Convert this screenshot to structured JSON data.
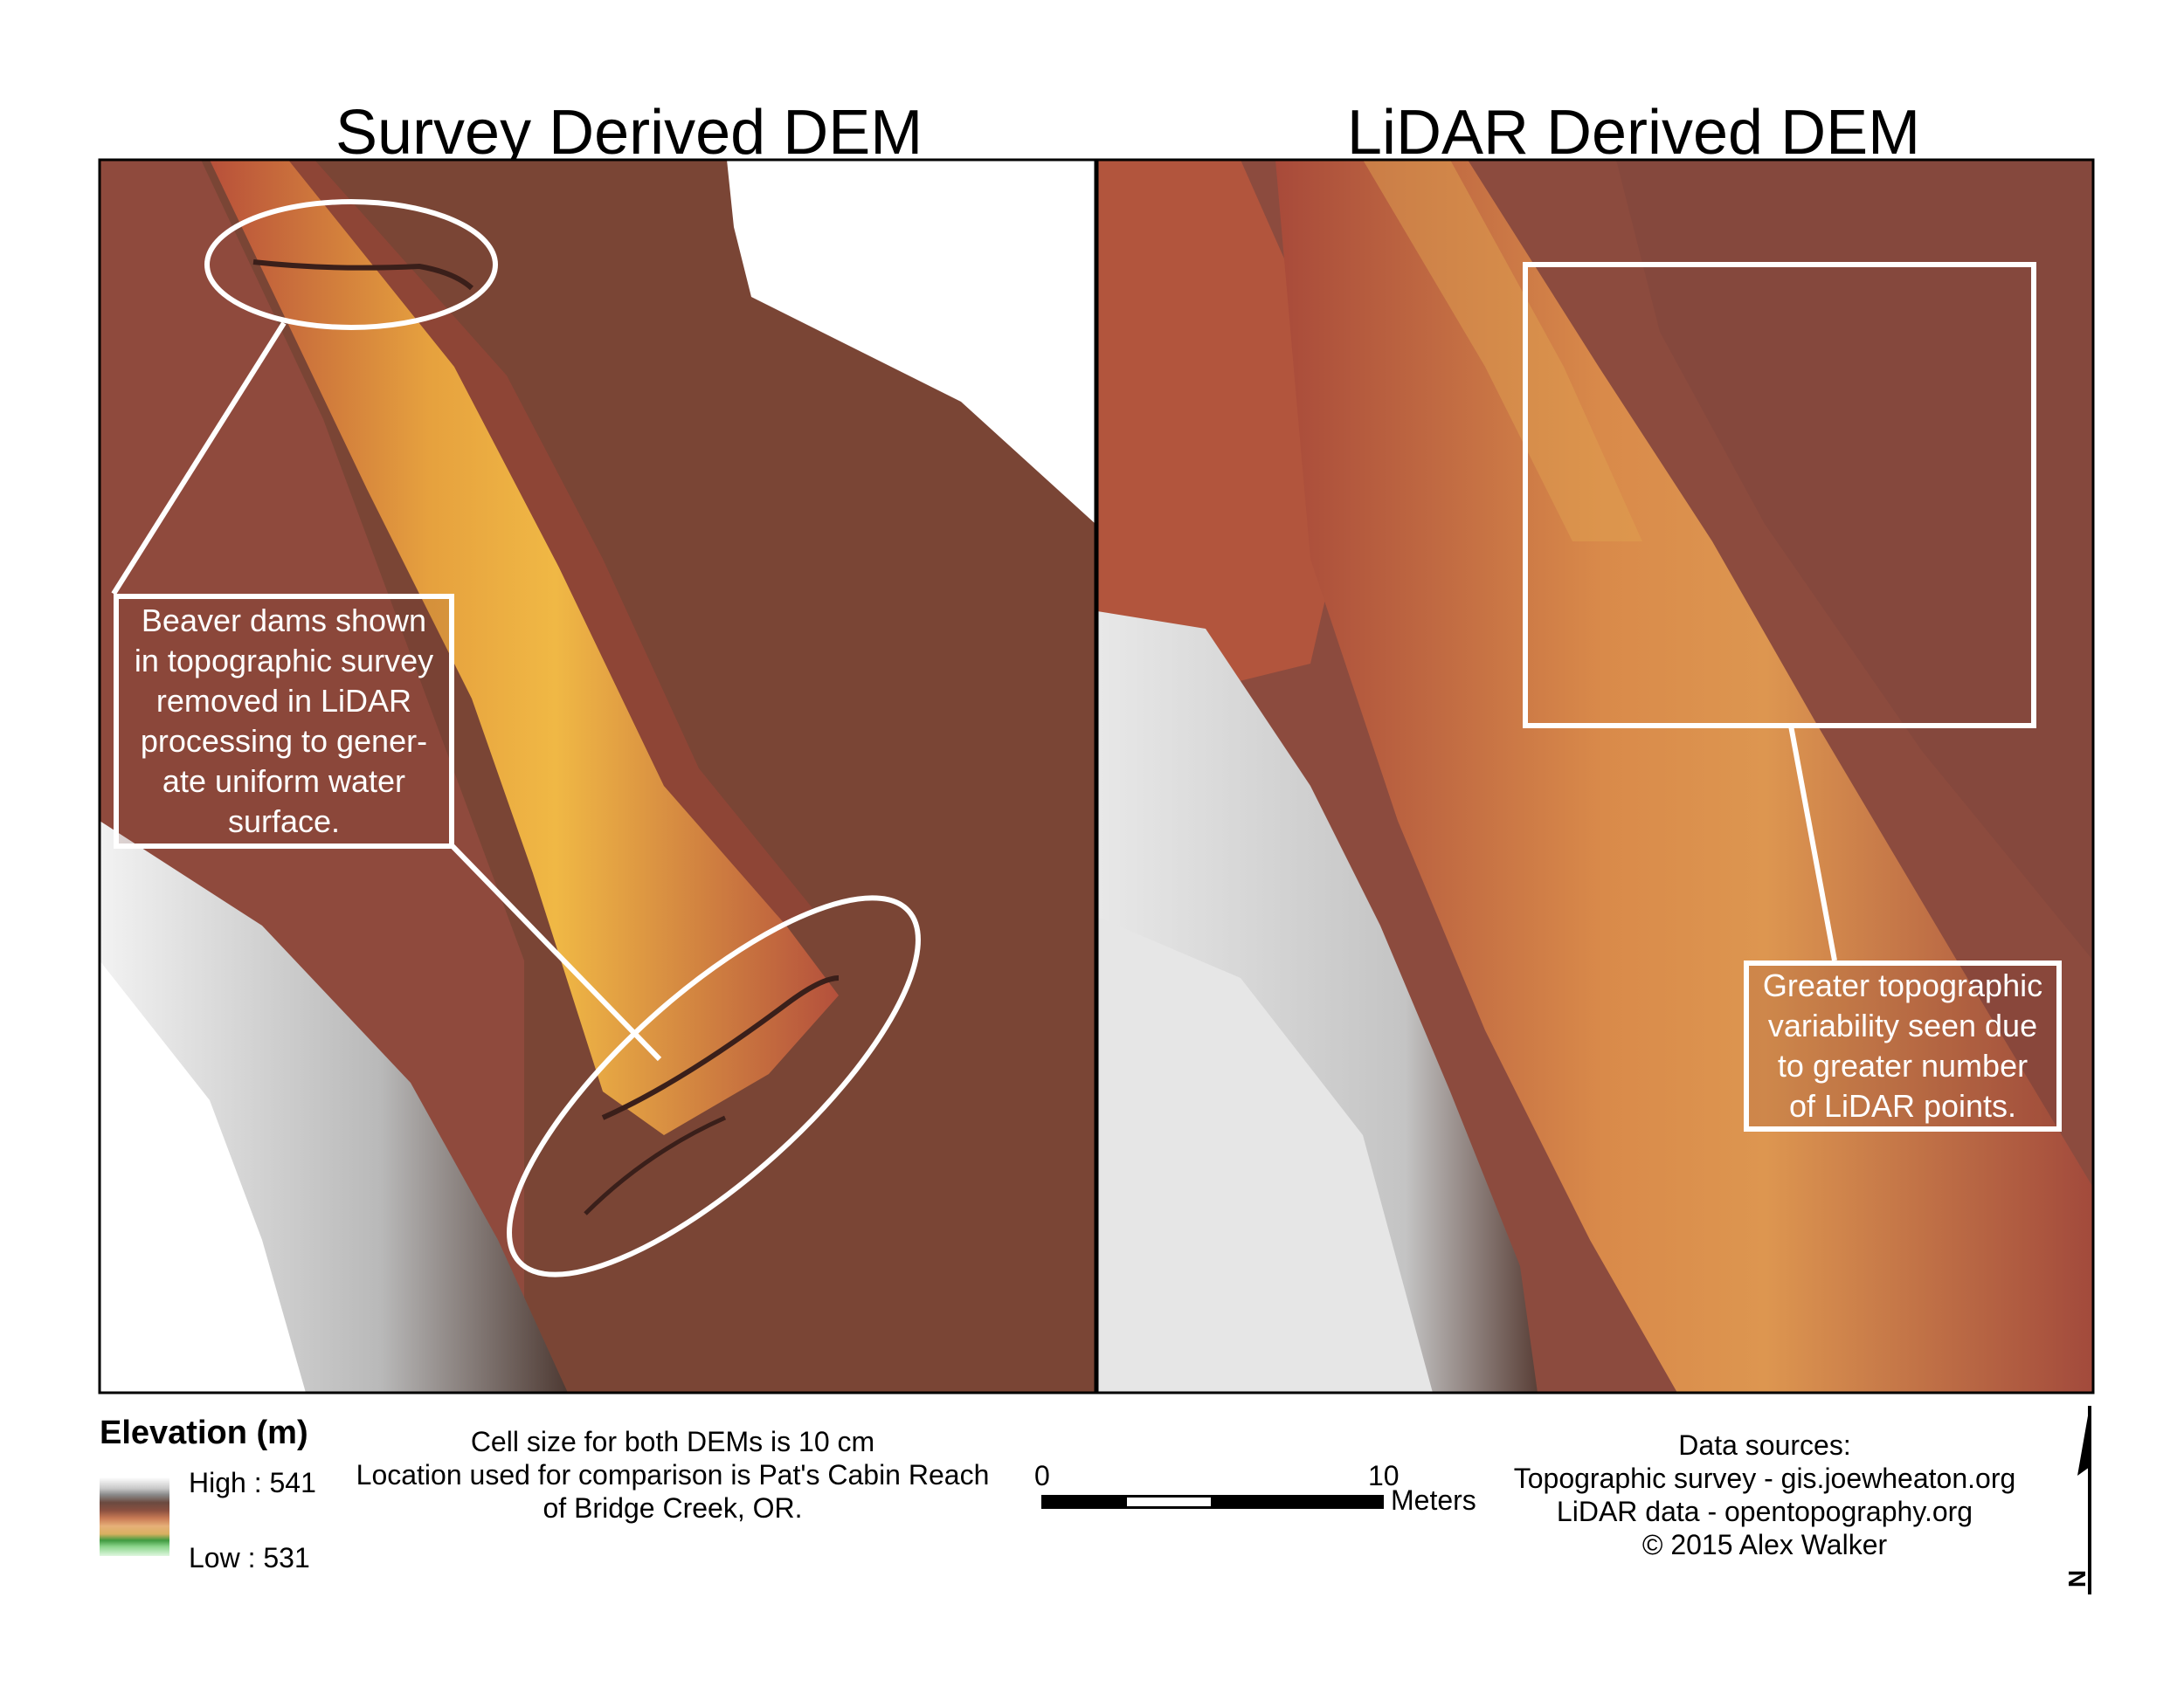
{
  "titles": {
    "left": "Survey Derived DEM",
    "right": "LiDAR Derived DEM"
  },
  "callouts": {
    "beaver": [
      "Beaver dams shown",
      "in topographic survey",
      "removed in LiDAR",
      "processing to gener-",
      "ate uniform water",
      "surface."
    ],
    "lidar": [
      "Greater topographic",
      "variability seen due",
      "to greater number",
      "of LiDAR points."
    ]
  },
  "legend": {
    "title": "Elevation (m)",
    "high": "High : 541",
    "low": "Low : 531"
  },
  "notes": [
    "Cell size for both DEMs is 10 cm",
    "Location used for comparison is Pat's Cabin Reach",
    "of Bridge Creek, OR."
  ],
  "scale_bar": {
    "start": "0",
    "end": "10",
    "unit": "Meters"
  },
  "sources": [
    "Data sources:",
    "Topographic survey - gis.joewheaton.org",
    "LiDAR data - opentopography.org",
    "© 2015 Alex Walker"
  ],
  "north_arrow": "N",
  "colors": {
    "high": "#ffffff",
    "mid": "#8a5040",
    "channel": "#e8a040",
    "low": "#dff7df"
  }
}
